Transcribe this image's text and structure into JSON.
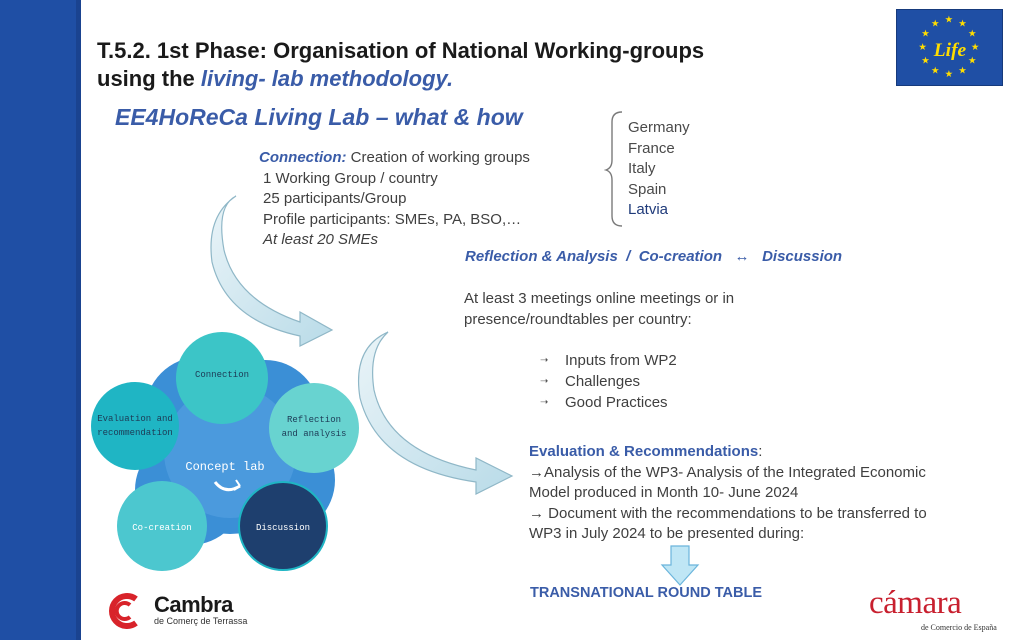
{
  "title": {
    "line1": "T.5.2. 1st Phase: Organisation of National Working-groups",
    "line2_prefix": "using the ",
    "line2_highlight": "living- lab methodology."
  },
  "subtitle": "EE4HoReCa Living Lab – what & how",
  "connection": {
    "label": "Connection:",
    "text": "Creation of working groups",
    "items": [
      "1 Working Group / country",
      "25 participants/Group",
      "Profile participants: SMEs, PA, BSO,…"
    ],
    "italic_item": "At least 20 SMEs"
  },
  "countries": [
    "Germany",
    "France",
    "Italy",
    "Spain",
    "Latvia"
  ],
  "reflection": {
    "part1": "Reflection & Analysis",
    "sep": "/",
    "part2": "Co-creation",
    "arrow": "↔",
    "part3": "Discussion"
  },
  "meetings": {
    "line1": "At least 3 meetings online meetings or in",
    "line2": "presence/roundtables per country:",
    "bullets": [
      "Inputs from WP2",
      "Challenges",
      "Good Practices"
    ],
    "bullet_glyph": "➝"
  },
  "evaluation": {
    "heading": "Evaluation & Recommendations",
    "colon": ":",
    "lines": [
      "→Analysis of the WP3- Analysis of the Integrated Economic",
      "Model produced in Month 10- June 2024",
      "→ Document with the recommendations to be transferred to",
      "WP3 in July 2024 to be presented during:"
    ]
  },
  "round_table": "TRANSNATIONAL ROUND TABLE",
  "diagram": {
    "center": "Concept lab",
    "connection": "Connection",
    "reflection_l1": "Reflection",
    "reflection_l2": "and analysis",
    "discussion": "Discussion",
    "cocreation": "Co-creation",
    "evaluation_l1": "Evaluation and",
    "evaluation_l2": "recommendation"
  },
  "logos": {
    "life": "Life",
    "cambra_name": "Cambra",
    "cambra_sub": "de Comerç de Terrassa",
    "camara_name": "cámara",
    "camara_sub": "de Comercio de España"
  },
  "colors": {
    "side_bar": "#1f4fa5",
    "accent_blue": "#3a5ca8",
    "camara_red": "#c8202f",
    "cambra_red": "#d8232a",
    "teal_light": "#5fd0cf",
    "teal_mid": "#1fb5c4",
    "teal_dark": "#1e3f6e",
    "center_blue": "#2f7fcf"
  }
}
